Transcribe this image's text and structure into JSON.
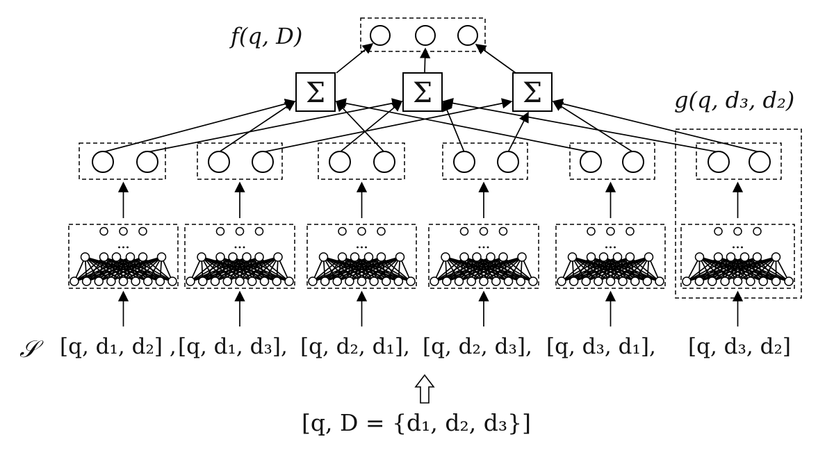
{
  "labels": {
    "output": "f(q, D)",
    "pair_score": "g(q, d₃, d₂)",
    "set": "𝒮",
    "input": "[q, D = {d₁, d₂, d₃}]",
    "sum_symbol": "Σ"
  },
  "tuples": [
    "[q, d₁, d₂] ,",
    "[q, d₁, d₃],",
    "[q, d₂, d₁],",
    "[q, d₂, d₃],",
    "[q, d₃, d₁],",
    "[q, d₃, d₂]"
  ]
}
